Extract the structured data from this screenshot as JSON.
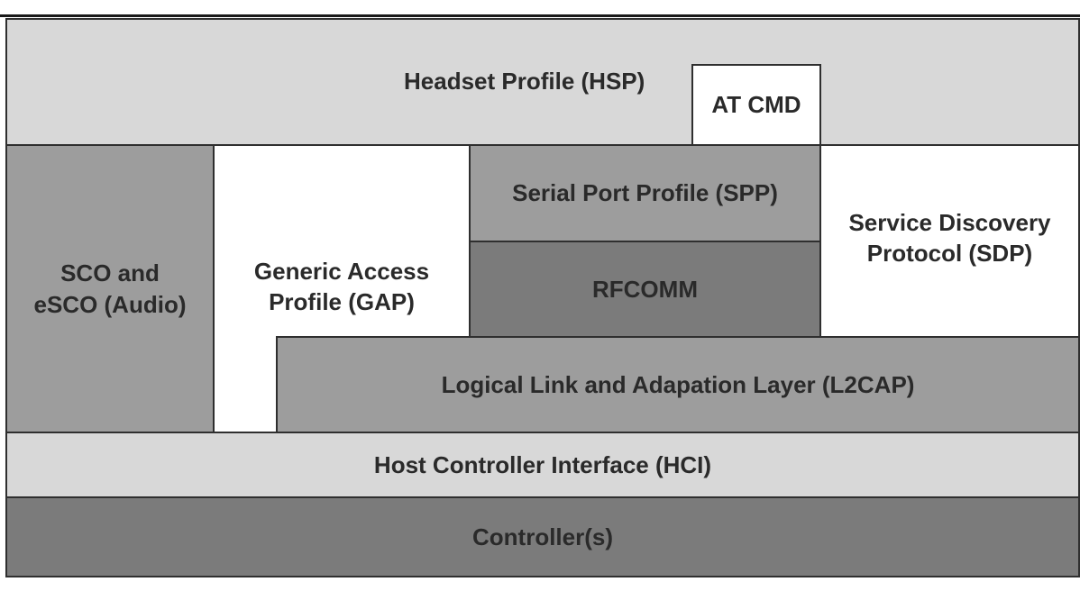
{
  "diagram": {
    "blocks": {
      "hsp": "Headset Profile (HSP)",
      "at_cmd": "AT CMD",
      "sco": "SCO and\neSCO (Audio)",
      "gap": "Generic Access\nProfile (GAP)",
      "spp": "Serial Port Profile (SPP)",
      "rfcomm": "RFCOMM",
      "sdp": "Service Discovery\nProtocol (SDP)",
      "l2cap": "Logical Link and Adapation Layer (L2CAP)",
      "hci": "Host Controller Interface (HCI)",
      "controller": "Controller(s)"
    },
    "colors": {
      "light": "#d8d8d8",
      "mid": "#9d9d9d",
      "dark": "#7b7b7b",
      "white": "#ffffff",
      "border": "#2f2f2f"
    }
  }
}
